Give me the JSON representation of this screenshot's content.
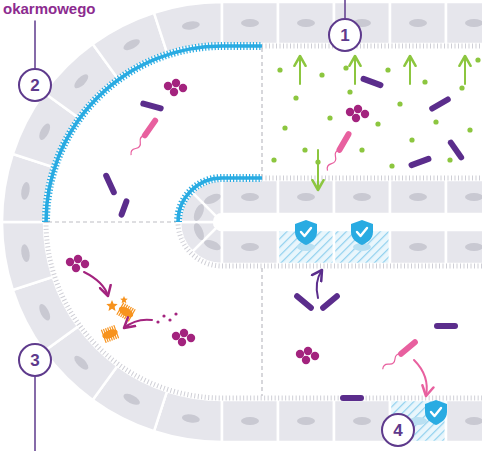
{
  "diagram": {
    "nodes": [
      {
        "text": [
          "1"
        ]
      },
      {
        "text": [
          "2"
        ]
      },
      {
        "text": [
          "3"
        ]
      },
      {
        "text": [
          "4"
        ]
      }
    ],
    "labels": [
      "okarmowego"
    ]
  }
}
